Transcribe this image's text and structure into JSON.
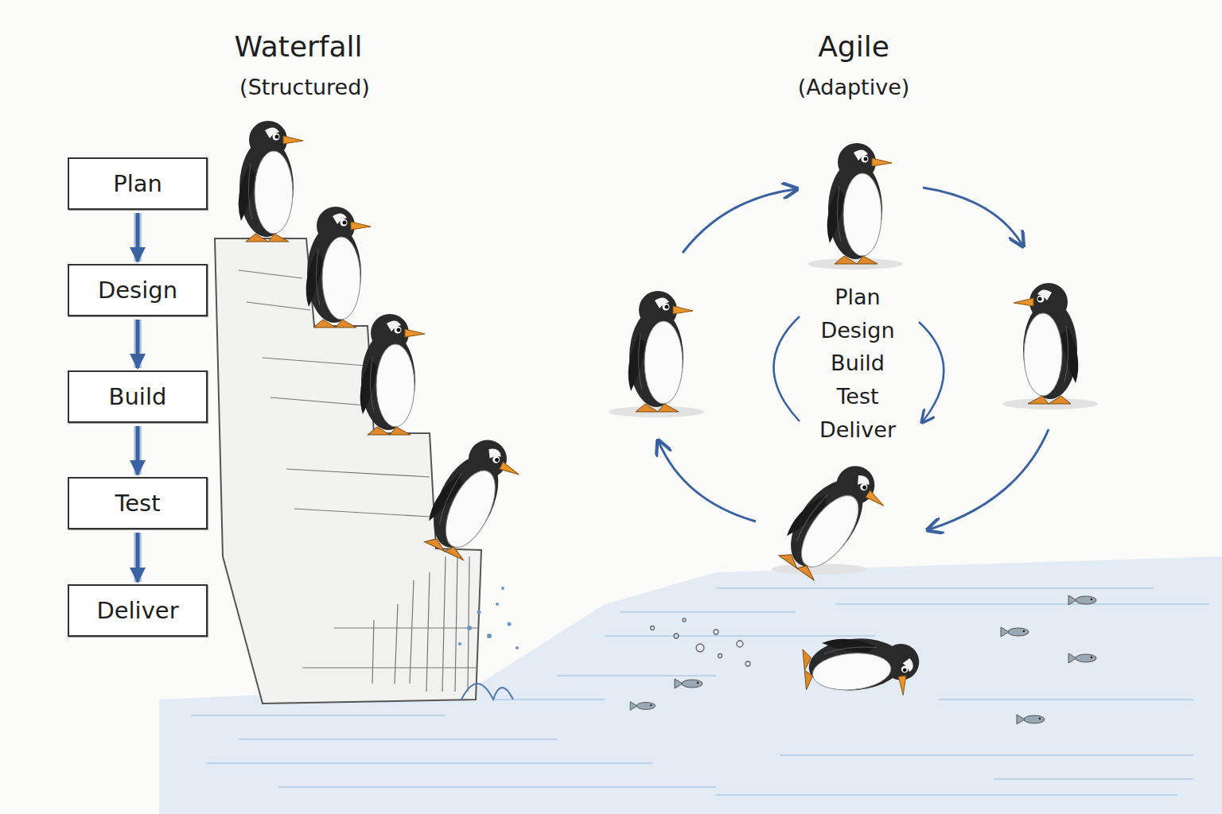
{
  "diagram": {
    "nodes": [
      {
        "text": [
          "Plan"
        ]
      },
      {
        "text": [
          "Design"
        ]
      },
      {
        "text": [
          "Build"
        ]
      },
      {
        "text": [
          "Test"
        ]
      },
      {
        "text": [
          "Deliver"
        ]
      }
    ],
    "edges": [
      {
        "from": 0,
        "to": 1,
        "arrow": "to"
      },
      {
        "from": 1,
        "to": 2,
        "arrow": "to"
      },
      {
        "from": 2,
        "to": 3,
        "arrow": "to"
      },
      {
        "from": 3,
        "to": 4,
        "arrow": "to"
      }
    ],
    "labels": [
      "Waterfall",
      "(Structured)",
      "Agile",
      "(Adaptive)",
      "Plan",
      "Design",
      "Build",
      "Test",
      "Deliver"
    ]
  }
}
